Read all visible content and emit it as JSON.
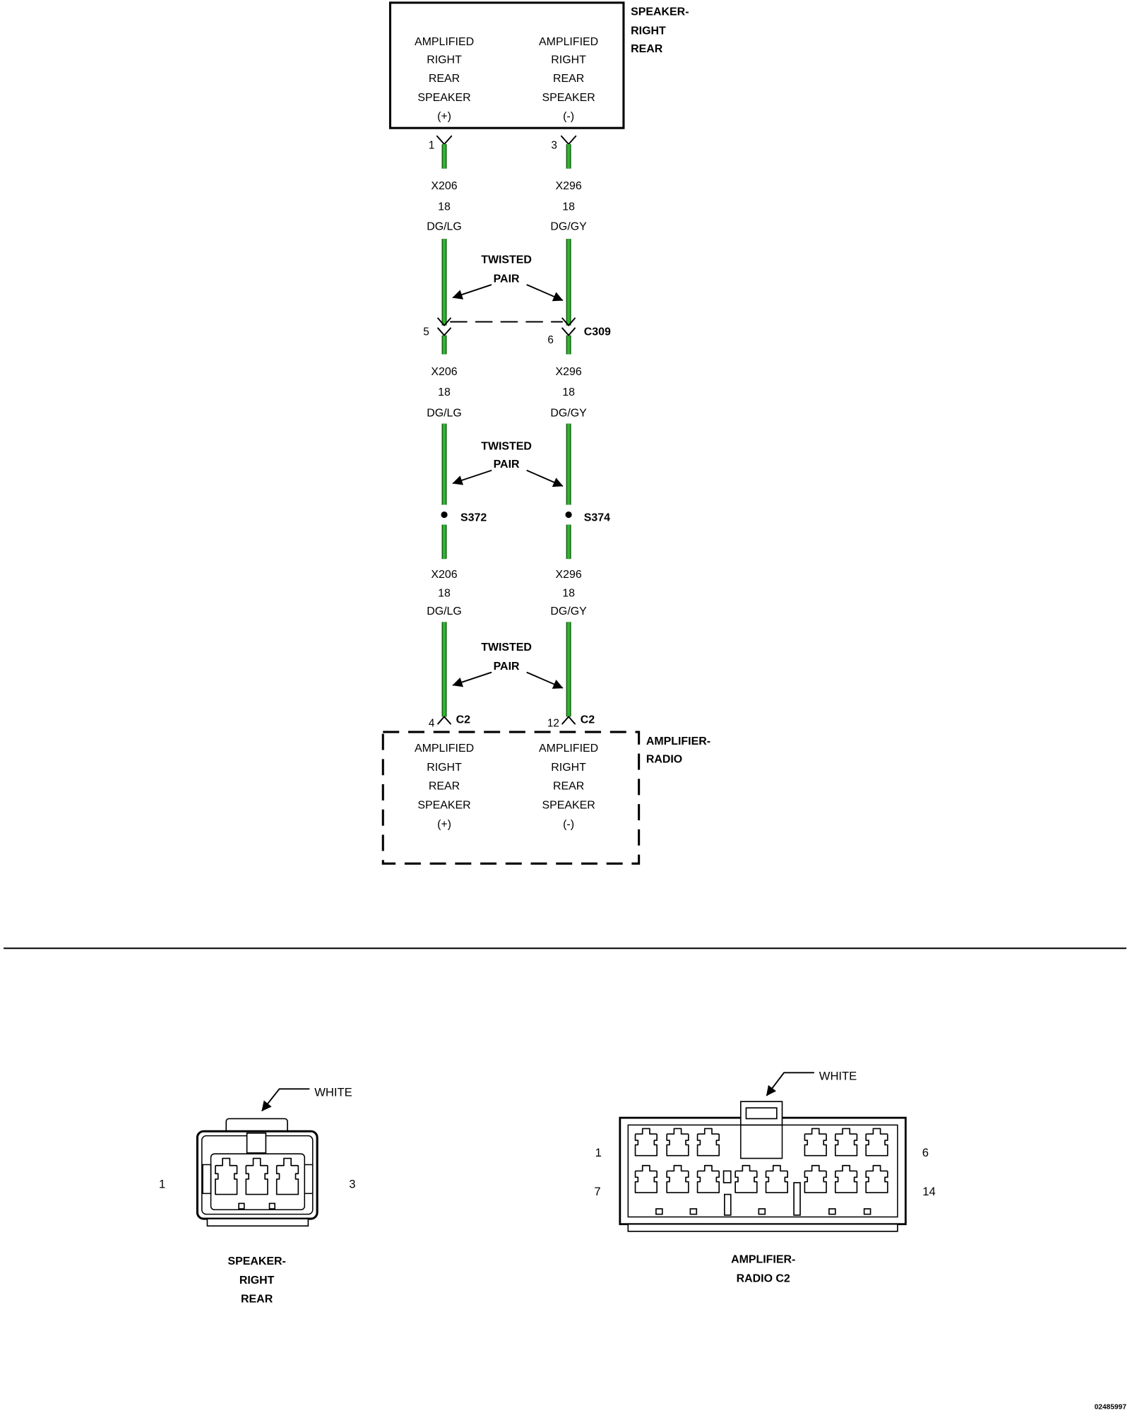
{
  "colors": {
    "wire": "#2cb82c",
    "wire_edge": "#145c14",
    "ink": "#000000",
    "background": "#ffffff"
  },
  "speaker": {
    "name": [
      "SPEAKER-",
      "RIGHT",
      "REAR"
    ],
    "pin_plus": {
      "number": "1",
      "function": [
        "AMPLIFIED",
        "RIGHT",
        "REAR",
        "SPEAKER",
        "(+)"
      ]
    },
    "pin_minus": {
      "number": "3",
      "function": [
        "AMPLIFIED",
        "RIGHT",
        "REAR",
        "SPEAKER",
        "(-)"
      ]
    }
  },
  "amplifier": {
    "name": [
      "AMPLIFIER-",
      "RADIO"
    ],
    "connector": "C2",
    "pin_plus": {
      "number": "4",
      "function": [
        "AMPLIFIED",
        "RIGHT",
        "REAR",
        "SPEAKER",
        "(+)"
      ]
    },
    "pin_minus": {
      "number": "12",
      "function": [
        "AMPLIFIED",
        "RIGHT",
        "REAR",
        "SPEAKER",
        "(-)"
      ]
    }
  },
  "circuits": {
    "plus": {
      "id": "X206",
      "gauge": "18",
      "color": "DG/LG"
    },
    "minus": {
      "id": "X296",
      "gauge": "18",
      "color": "DG/GY"
    }
  },
  "twisted_pair": [
    "TWISTED",
    "PAIR"
  ],
  "inline_connector": {
    "name": "C309",
    "pin_plus": "5",
    "pin_minus": "6"
  },
  "splices": {
    "plus": "S372",
    "minus": "S374"
  },
  "connector_views": {
    "speaker": {
      "color_callout": "WHITE",
      "pin_first": "1",
      "pin_last": "3",
      "name": [
        "SPEAKER-",
        "RIGHT",
        "REAR"
      ]
    },
    "amplifier_c2": {
      "color_callout": "WHITE",
      "row1_first": "1",
      "row1_last": "6",
      "row2_first": "7",
      "row2_last": "14",
      "name": [
        "AMPLIFIER-",
        "RADIO C2"
      ]
    }
  },
  "figure_number": "02485997"
}
